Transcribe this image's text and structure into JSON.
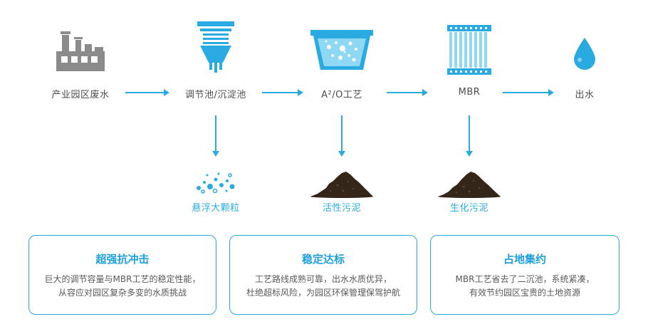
{
  "colors": {
    "accent_blue": "#29abe2",
    "light_blue": "#8ed8f3",
    "icon_gray": "#8b8b8b",
    "sludge_brown": "#35261a",
    "title_blue": "#1da0dd",
    "body_text": "#595959"
  },
  "flow": {
    "steps": [
      {
        "label": "产业园区废水",
        "icon": "factory-icon"
      },
      {
        "label": "调节池/沉淀池",
        "icon": "sedimentation-tank-icon"
      },
      {
        "label": "A²/O工艺",
        "icon": "aeration-tank-icon"
      },
      {
        "label": "MBR",
        "icon": "mbr-membrane-icon"
      },
      {
        "label": "出水",
        "icon": "water-drop-icon"
      }
    ]
  },
  "byproducts": [
    {
      "label": "悬浮大颗粒",
      "icon": "suspended-particles-icon",
      "from": "调节池/沉淀池"
    },
    {
      "label": "活性污泥",
      "icon": "activated-sludge-icon",
      "from": "A²/O工艺"
    },
    {
      "label": "生化污泥",
      "icon": "biochemical-sludge-icon",
      "from": "MBR"
    }
  ],
  "features": [
    {
      "title": "超强抗冲击",
      "line1": "巨大的调节容量与MBR工艺的稳定性能，",
      "line2": "从容应对园区复杂多变的水质挑战"
    },
    {
      "title": "稳定达标",
      "line1": "工艺路线成熟可靠，出水水质优异，",
      "line2": "杜绝超标风险，为园区环保管理保驾护航"
    },
    {
      "title": "占地集约",
      "line1": "MBR工艺省去了二沉池，系统紧凑，",
      "line2": "有效节约园区宝贵的土地资源"
    }
  ]
}
